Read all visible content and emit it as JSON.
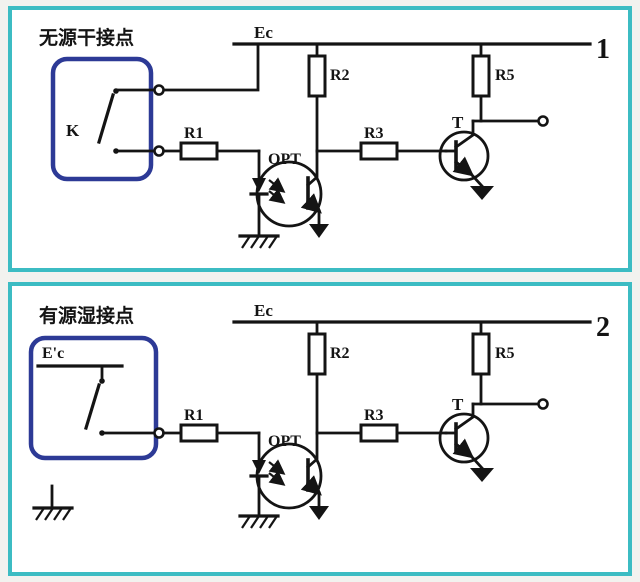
{
  "colors": {
    "background": "#f2f2ef",
    "panel_background": "#ffffff",
    "panel_border": "#3cbcc3",
    "contact_box_border": "#2d3a96",
    "line": "#141414"
  },
  "panels": [
    {
      "index": "1",
      "title": "无源干接点",
      "rail_label": "Ec",
      "switch_label": "K",
      "labels": {
        "r1": "R1",
        "r2": "R2",
        "r3": "R3",
        "r5": "R5",
        "opt": "OPT",
        "t": "T"
      }
    },
    {
      "index": "2",
      "title": "有源湿接点",
      "rail_label": "Ec",
      "source_label": "E'c",
      "labels": {
        "r1": "R1",
        "r2": "R2",
        "r3": "R3",
        "r5": "R5",
        "opt": "OPT",
        "t": "T"
      }
    }
  ]
}
